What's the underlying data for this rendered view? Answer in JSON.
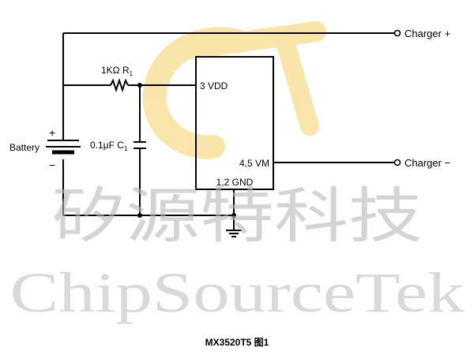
{
  "watermark": {
    "logo_letters": "GT",
    "cn_text": "矽源特科技",
    "en_text": "ChipSourceTek",
    "logo_color": "#f5cf66"
  },
  "components": {
    "resistor_label": "1KΩ R",
    "resistor_sub": "1",
    "capacitor_label": "0.1μF C",
    "capacitor_sub": "1",
    "battery_label": "Battery",
    "battery_plus": "+",
    "battery_minus": "−"
  },
  "ic": {
    "pin_vdd": "3 VDD",
    "pin_vm": "4,5 VM",
    "pin_gnd": "1,2 GND"
  },
  "terminals": {
    "charger_plus": "Charger +",
    "charger_minus": "Charger −"
  },
  "caption": "MX3520T5  图1"
}
